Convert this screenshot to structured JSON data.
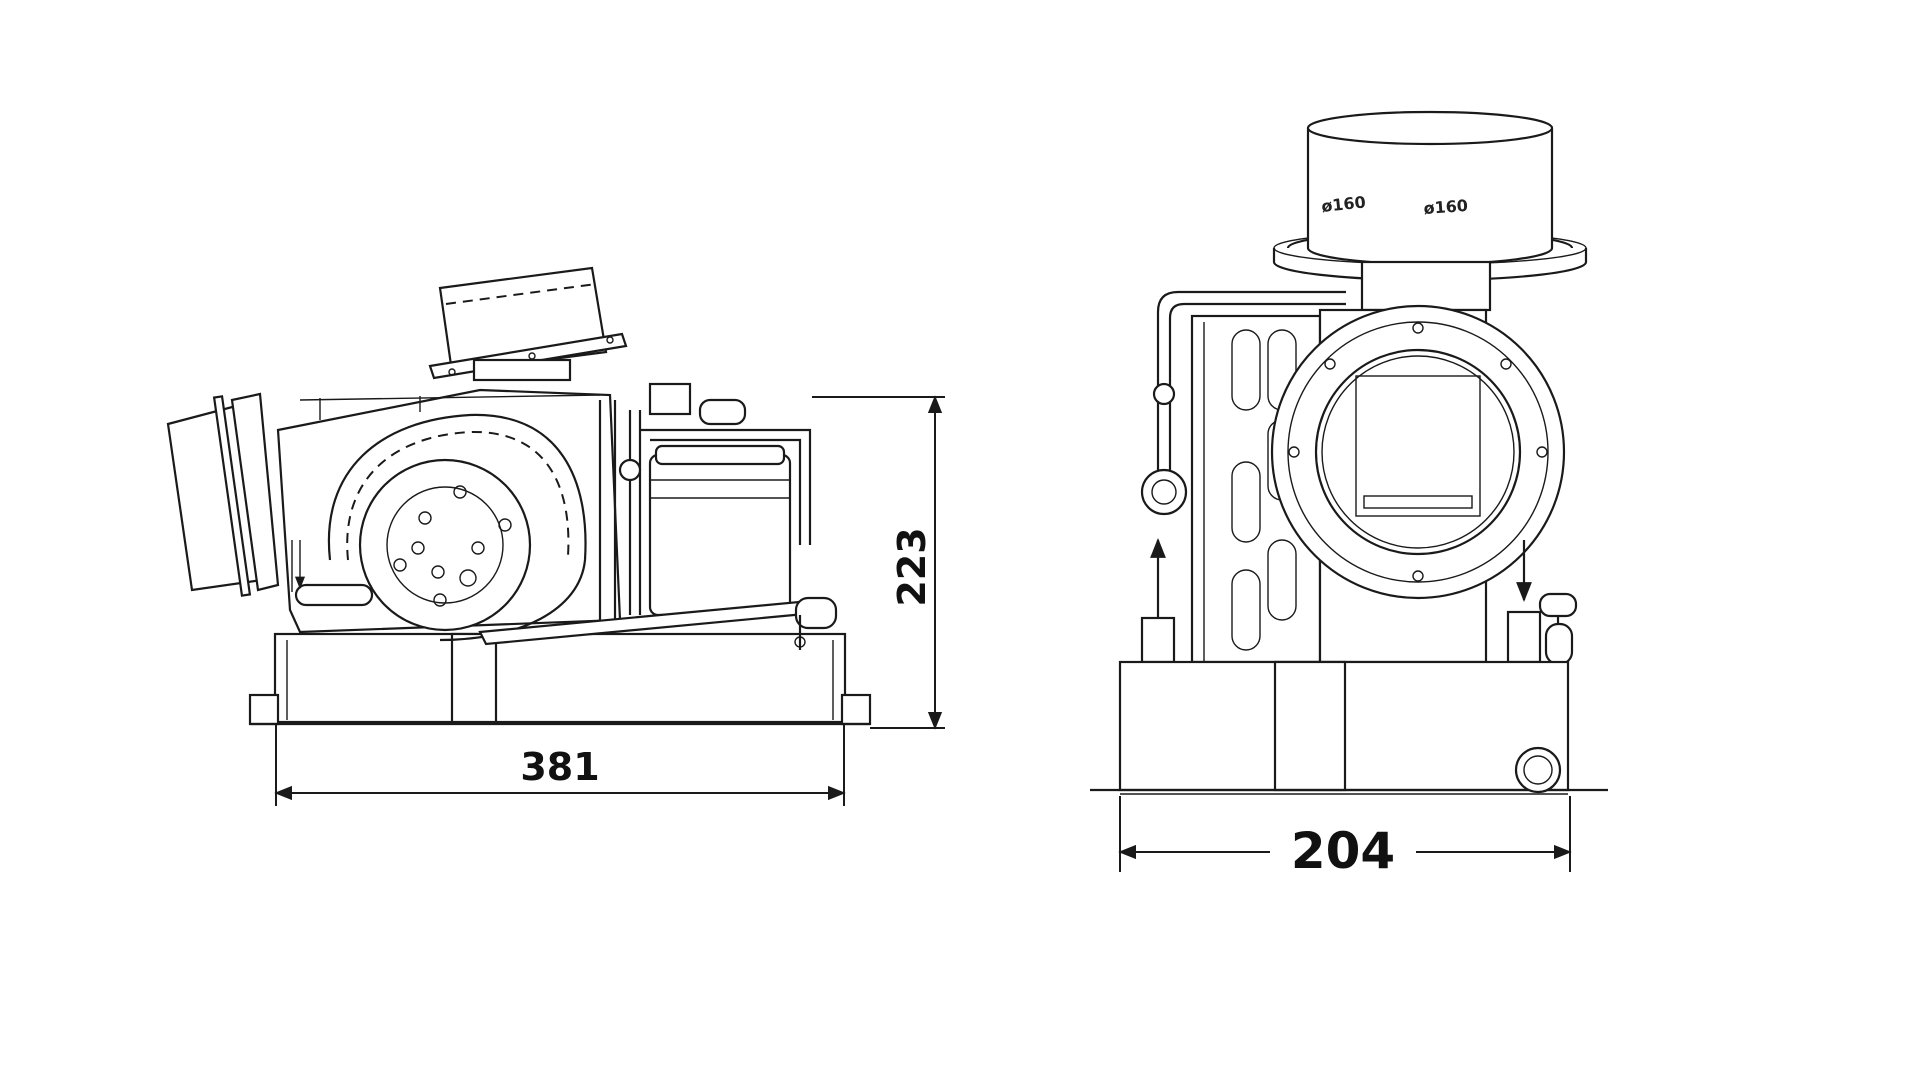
{
  "side_view": {
    "width_dimension": "381",
    "height_dimension": "223"
  },
  "front_view": {
    "width_dimension": "204",
    "collar_label_left": "ø160",
    "collar_label_center": "ø160"
  }
}
